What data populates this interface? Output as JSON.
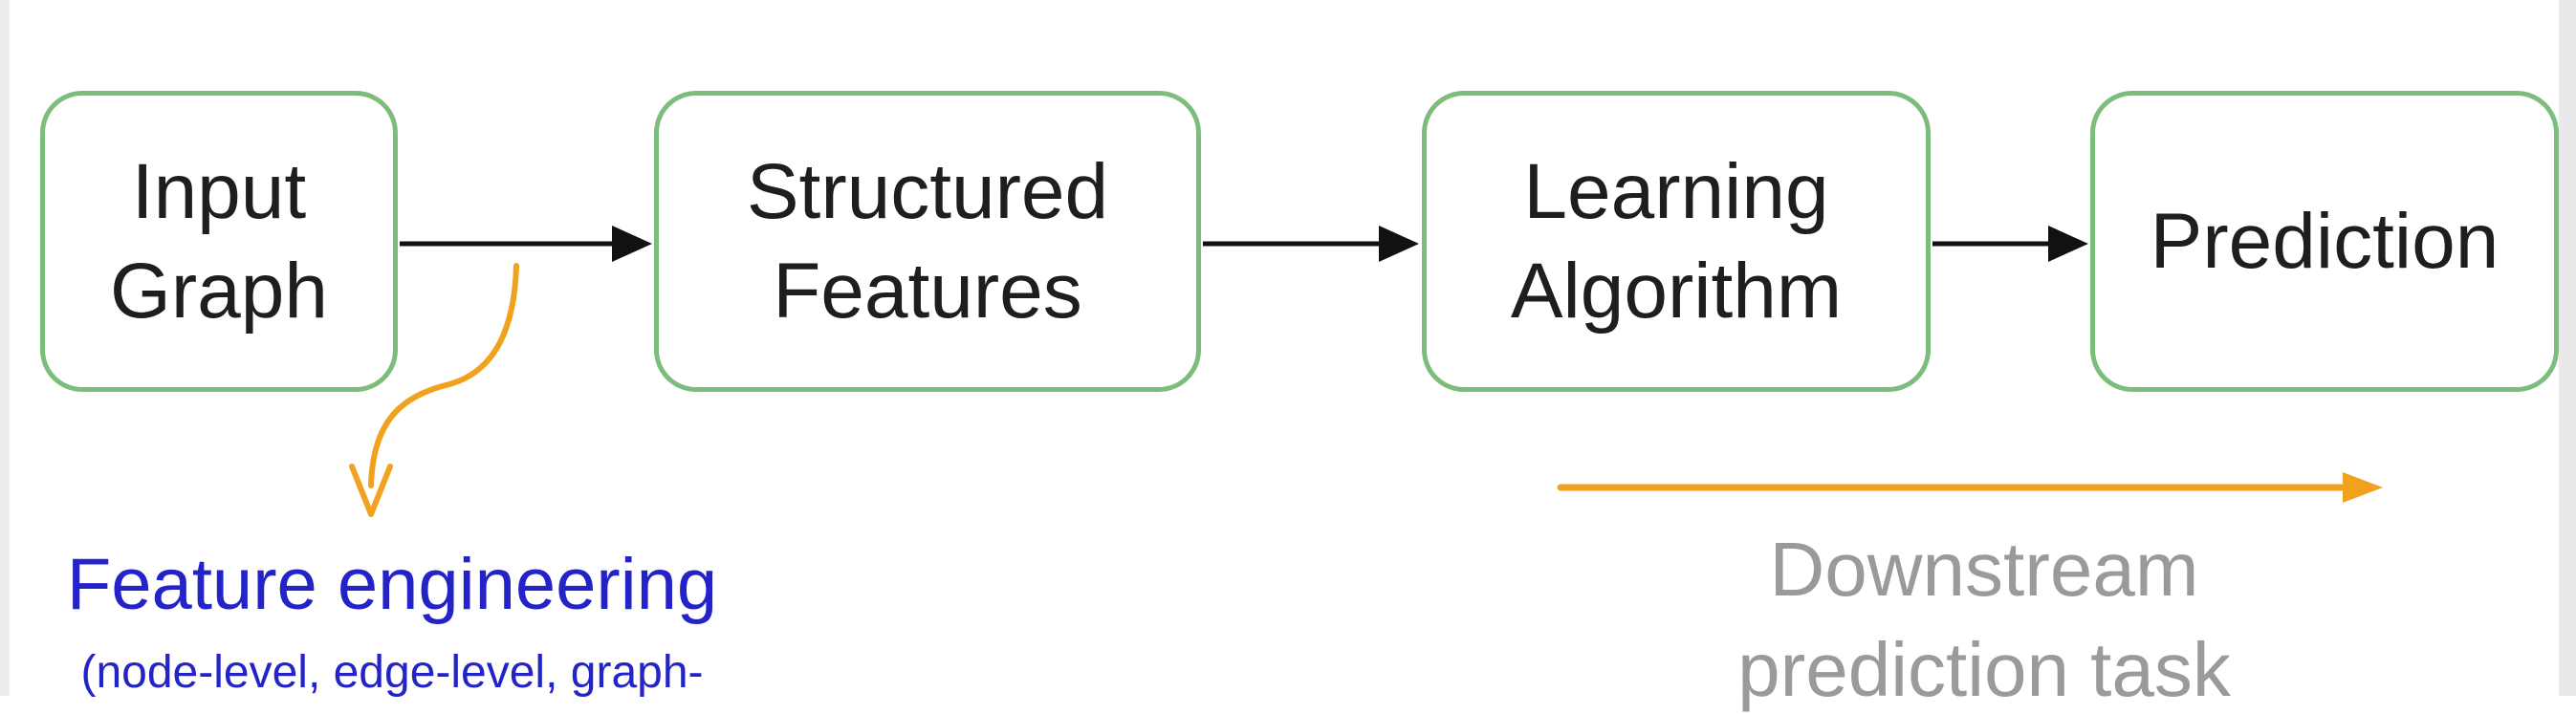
{
  "diagram": {
    "boxes": [
      {
        "id": "input",
        "label": "Input\nGraph"
      },
      {
        "id": "structured",
        "label": "Structured\nFeatures"
      },
      {
        "id": "learning",
        "label": "Learning\nAlgorithm"
      },
      {
        "id": "prediction",
        "label": "Prediction"
      }
    ],
    "feature_engineering": {
      "title": "Feature engineering",
      "subtitle": "(node-level, edge-level, graph-"
    },
    "downstream": {
      "line1": "Downstream",
      "line2": "prediction task"
    }
  },
  "colors": {
    "box_border": "#7cbd7c",
    "arrow": "#111111",
    "orange_arrow": "#f0a21e",
    "feature_text": "#2323c8",
    "downstream_text": "#9a9a9a"
  }
}
